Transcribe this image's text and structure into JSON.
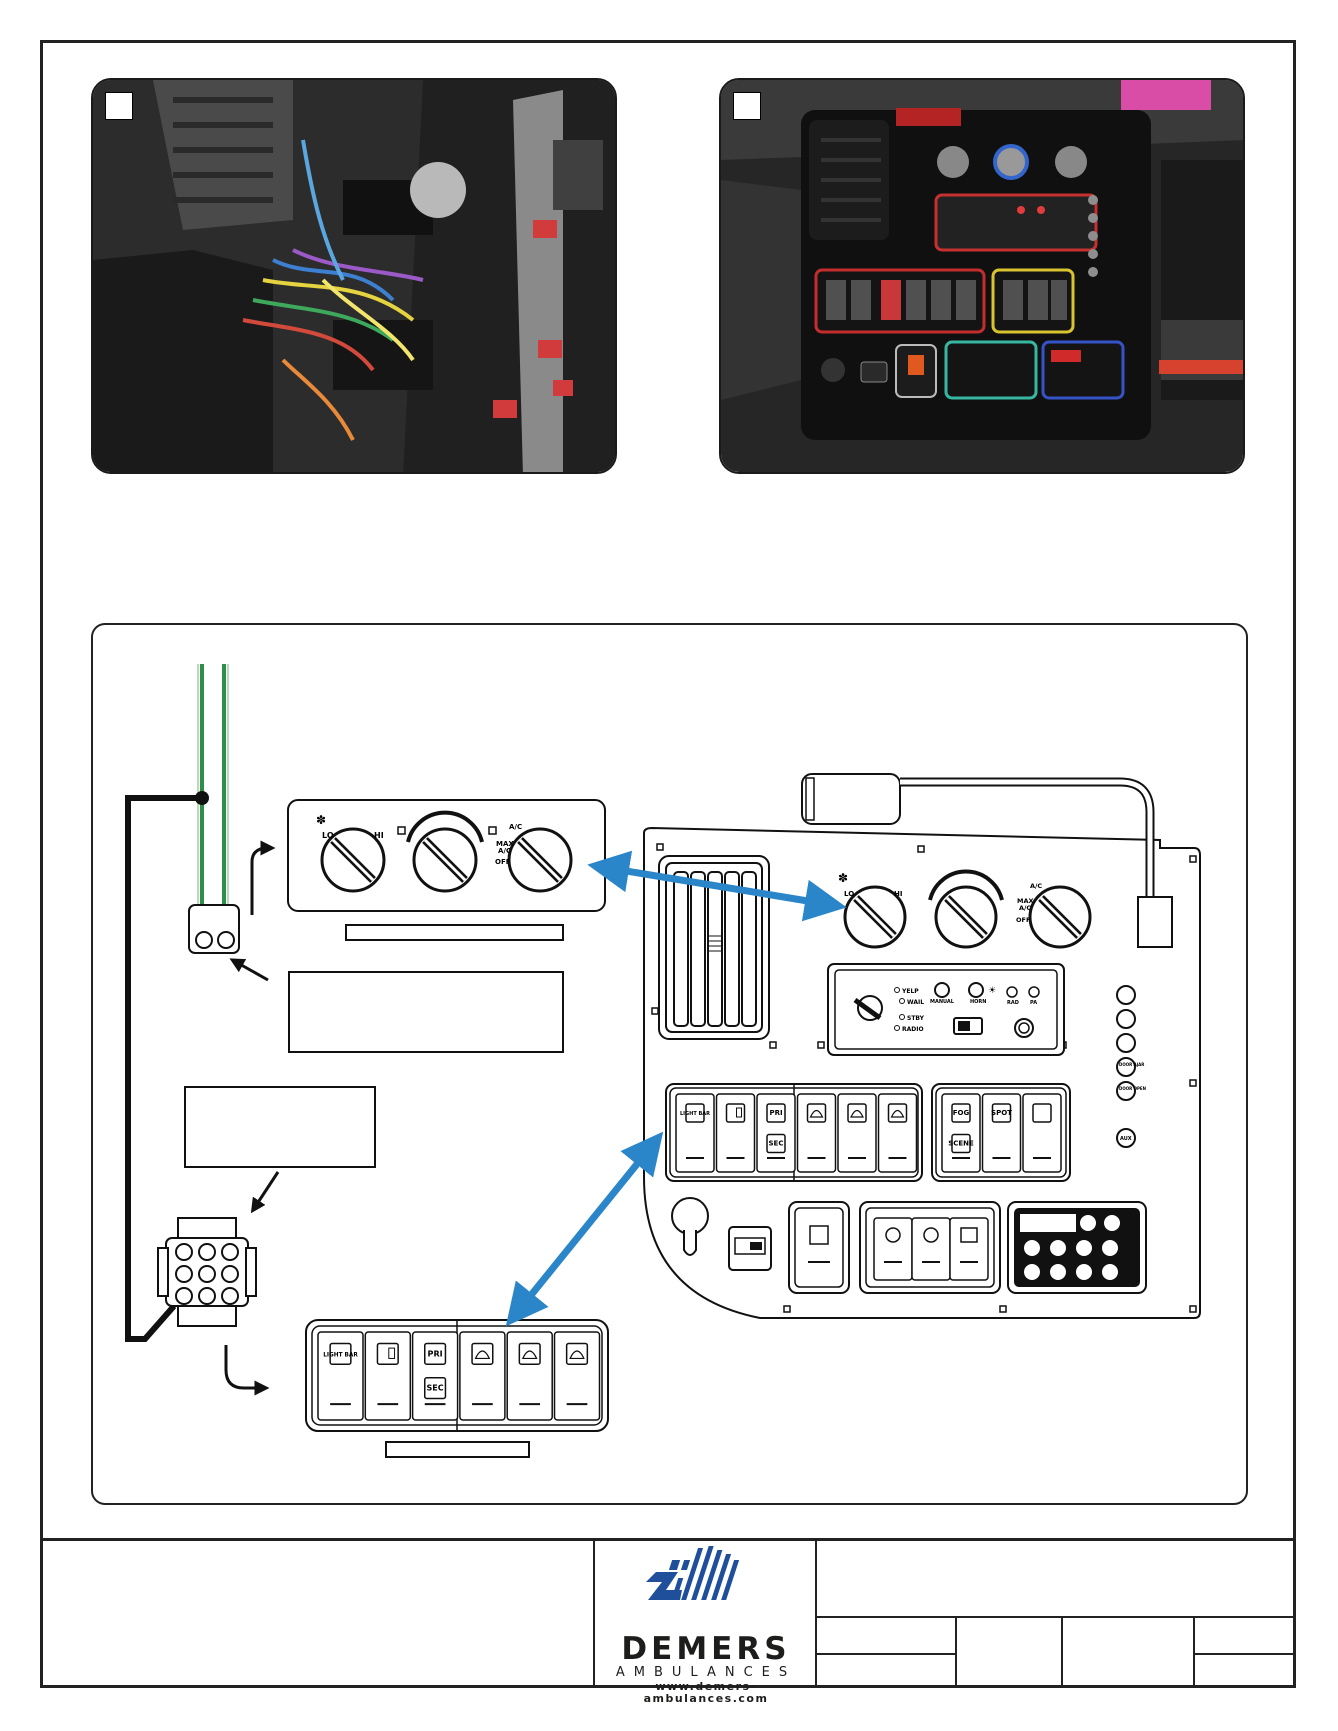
{
  "brand": {
    "name": "DEMERS",
    "tagline": "AMBULANCES",
    "url": "www.demers-ambulances.com",
    "colors": {
      "logo_blue": "#1f4f9b",
      "arrow_blue": "#2a86c9"
    }
  },
  "photos": [
    {
      "label": "",
      "subject": "dash-panel-removed"
    },
    {
      "label": "",
      "subject": "dash-panel-installed"
    }
  ],
  "diagram": {
    "hvac_labels": {
      "fan_low": "LO",
      "fan_high": "HI",
      "mode_max": "MAX",
      "mode_ac": "A/C",
      "mode_ac_top": "A/C",
      "mode_off": "OFF"
    },
    "siren_labels": [
      "YELP",
      "WAIL",
      "STBY",
      "RADIO"
    ],
    "siren_knob_labels": [
      "MANUAL",
      "HORN"
    ],
    "siren_light_labels": [
      "RAD",
      "PA"
    ],
    "switch_bank_labels": {
      "light_bar": "LIGHT BAR",
      "pri": "PRI",
      "sec": "SEC",
      "fog": "FOG",
      "spot": "SPOT",
      "scene": "SCENE"
    },
    "side_button_labels": [
      "DOOR AJAR",
      "DOOR OPEN",
      "AUX"
    ],
    "text_boxes": [
      "",
      "",
      "",
      ""
    ]
  }
}
